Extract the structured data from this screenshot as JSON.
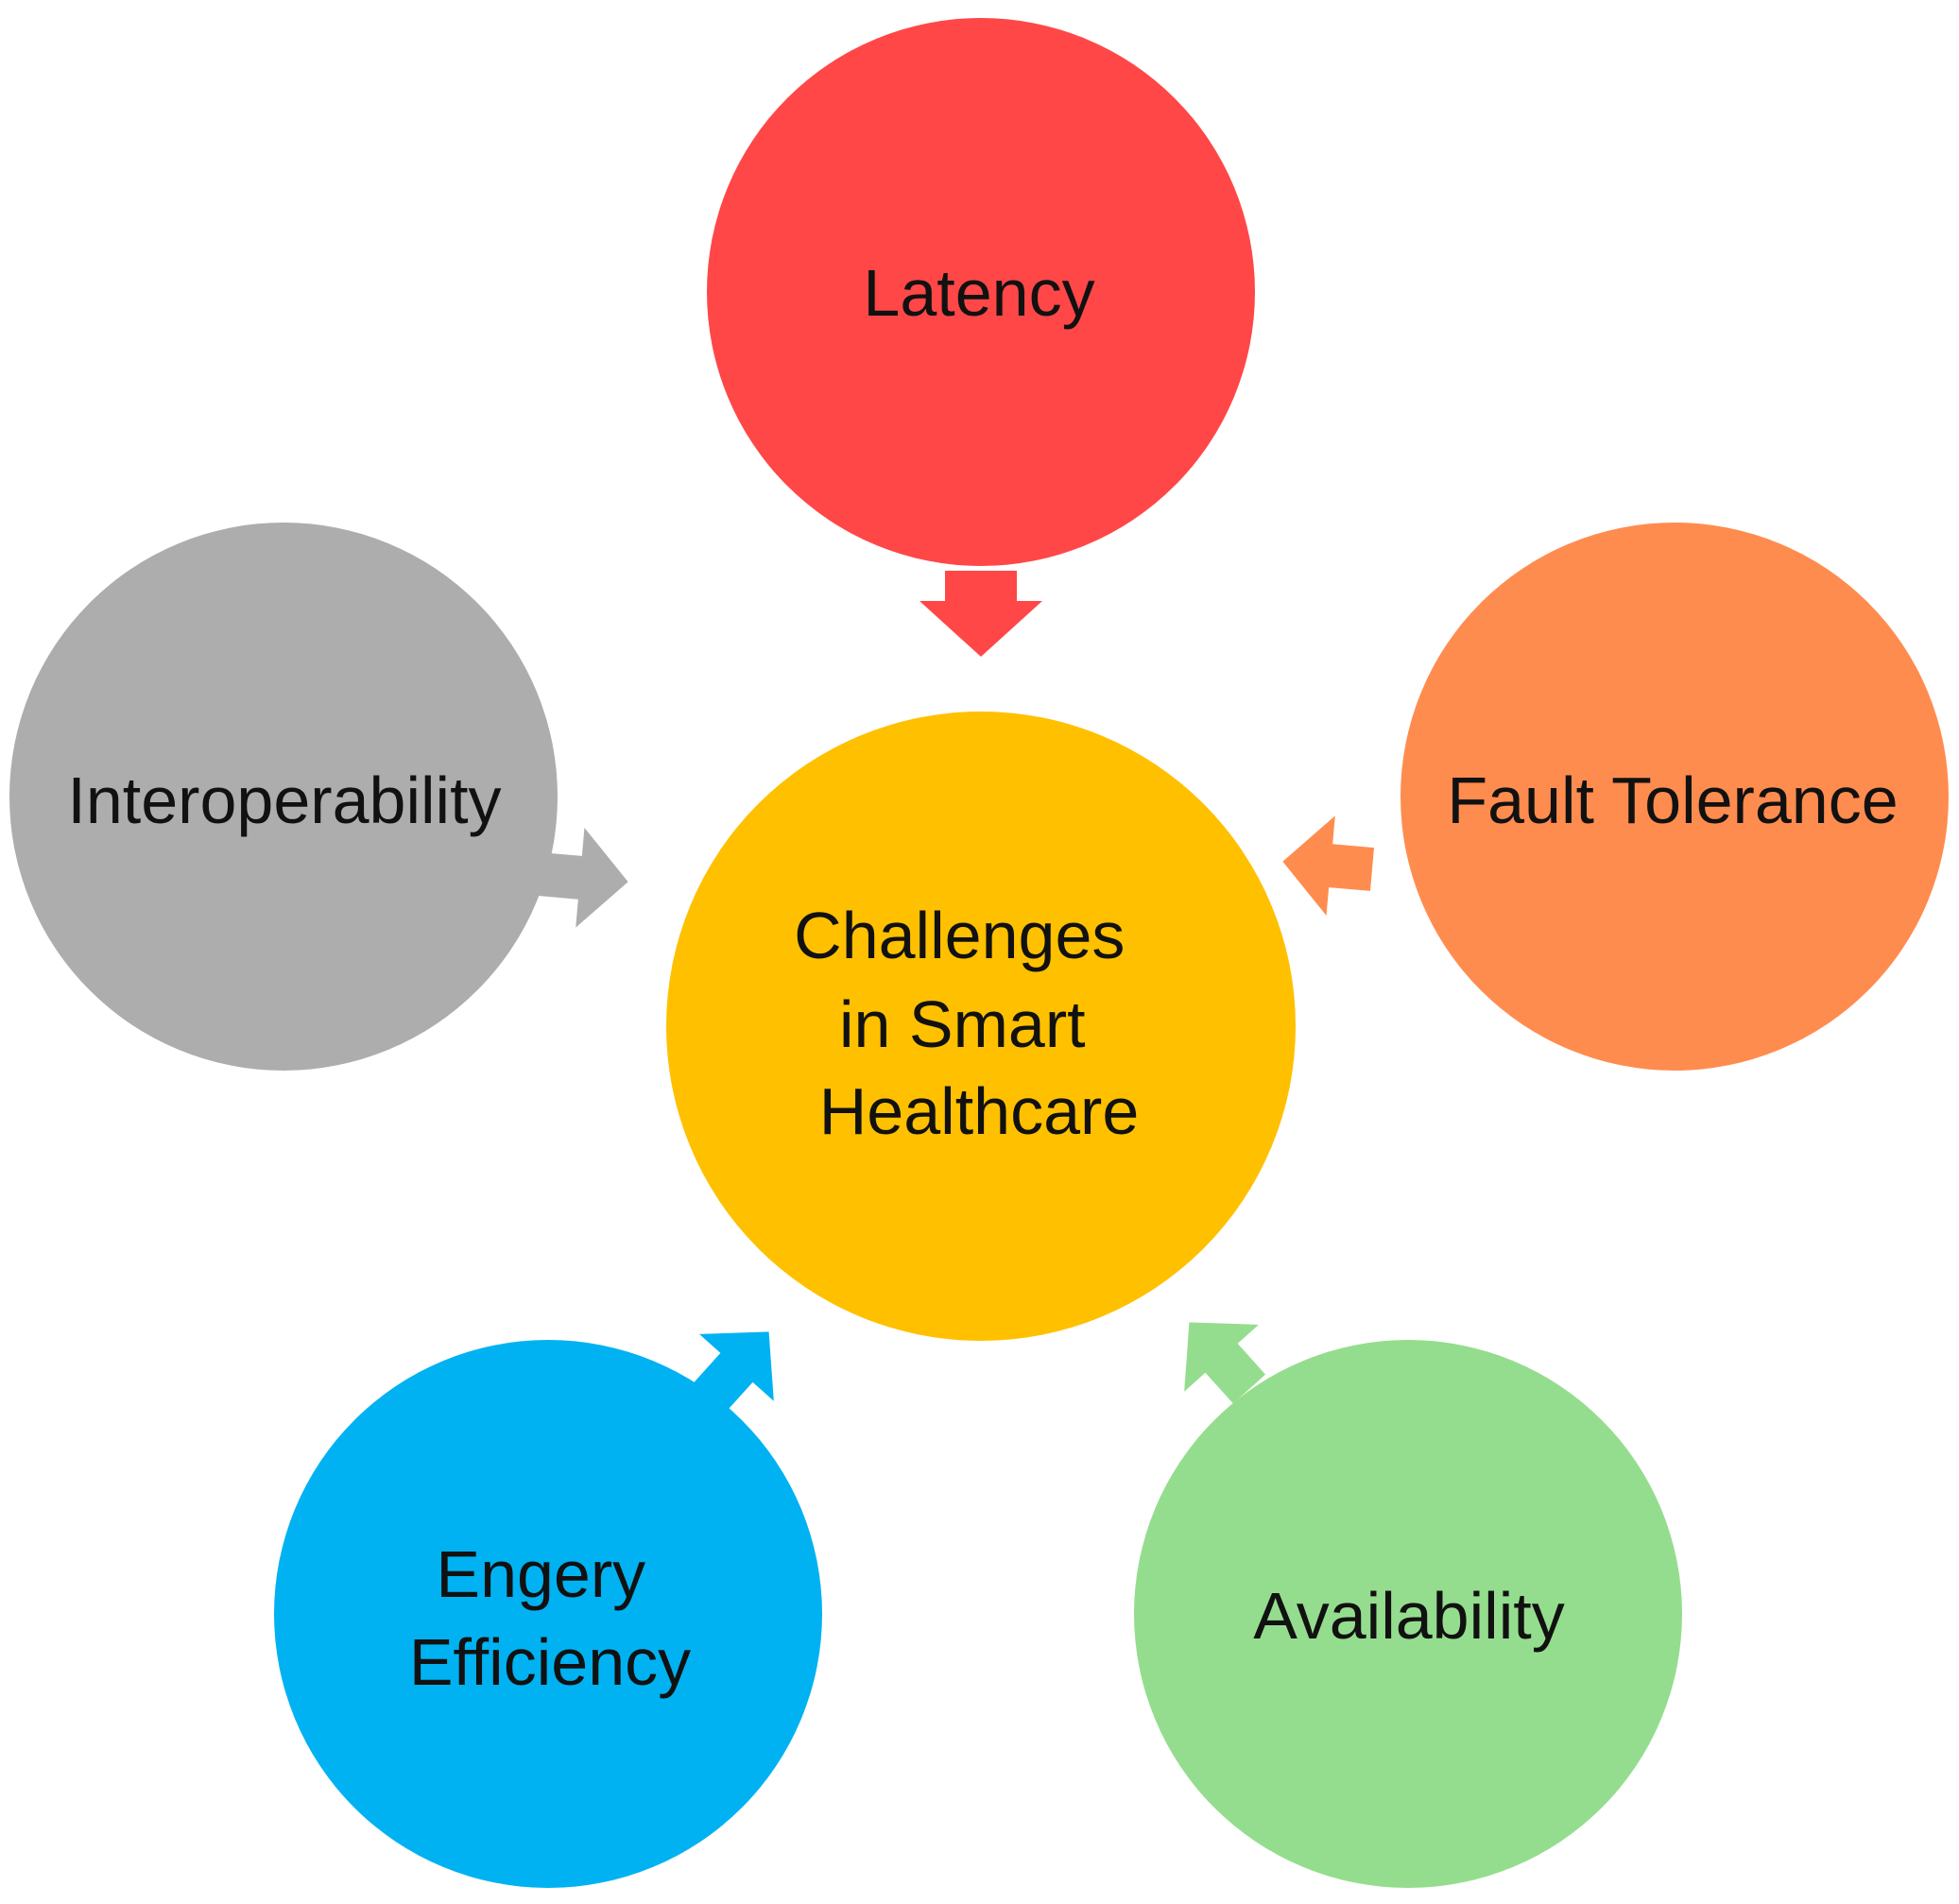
{
  "center": {
    "lines": [
      "Challenges",
      "in Smart",
      "Healthcare"
    ],
    "color": "#FFC000"
  },
  "nodes": [
    {
      "id": "latency",
      "lines": [
        "Latency"
      ],
      "color": "#FF4747"
    },
    {
      "id": "fault-tolerance",
      "lines": [
        "Fault Tolerance"
      ],
      "color": "#FF8C4F"
    },
    {
      "id": "availability",
      "lines": [
        "Availability"
      ],
      "color": "#95DD8E"
    },
    {
      "id": "engery-efficiency",
      "lines": [
        "Engery",
        "Efficiency"
      ],
      "color": "#00B2F2"
    },
    {
      "id": "interoperability",
      "lines": [
        "Interoperability"
      ],
      "color": "#ADADAD"
    }
  ]
}
